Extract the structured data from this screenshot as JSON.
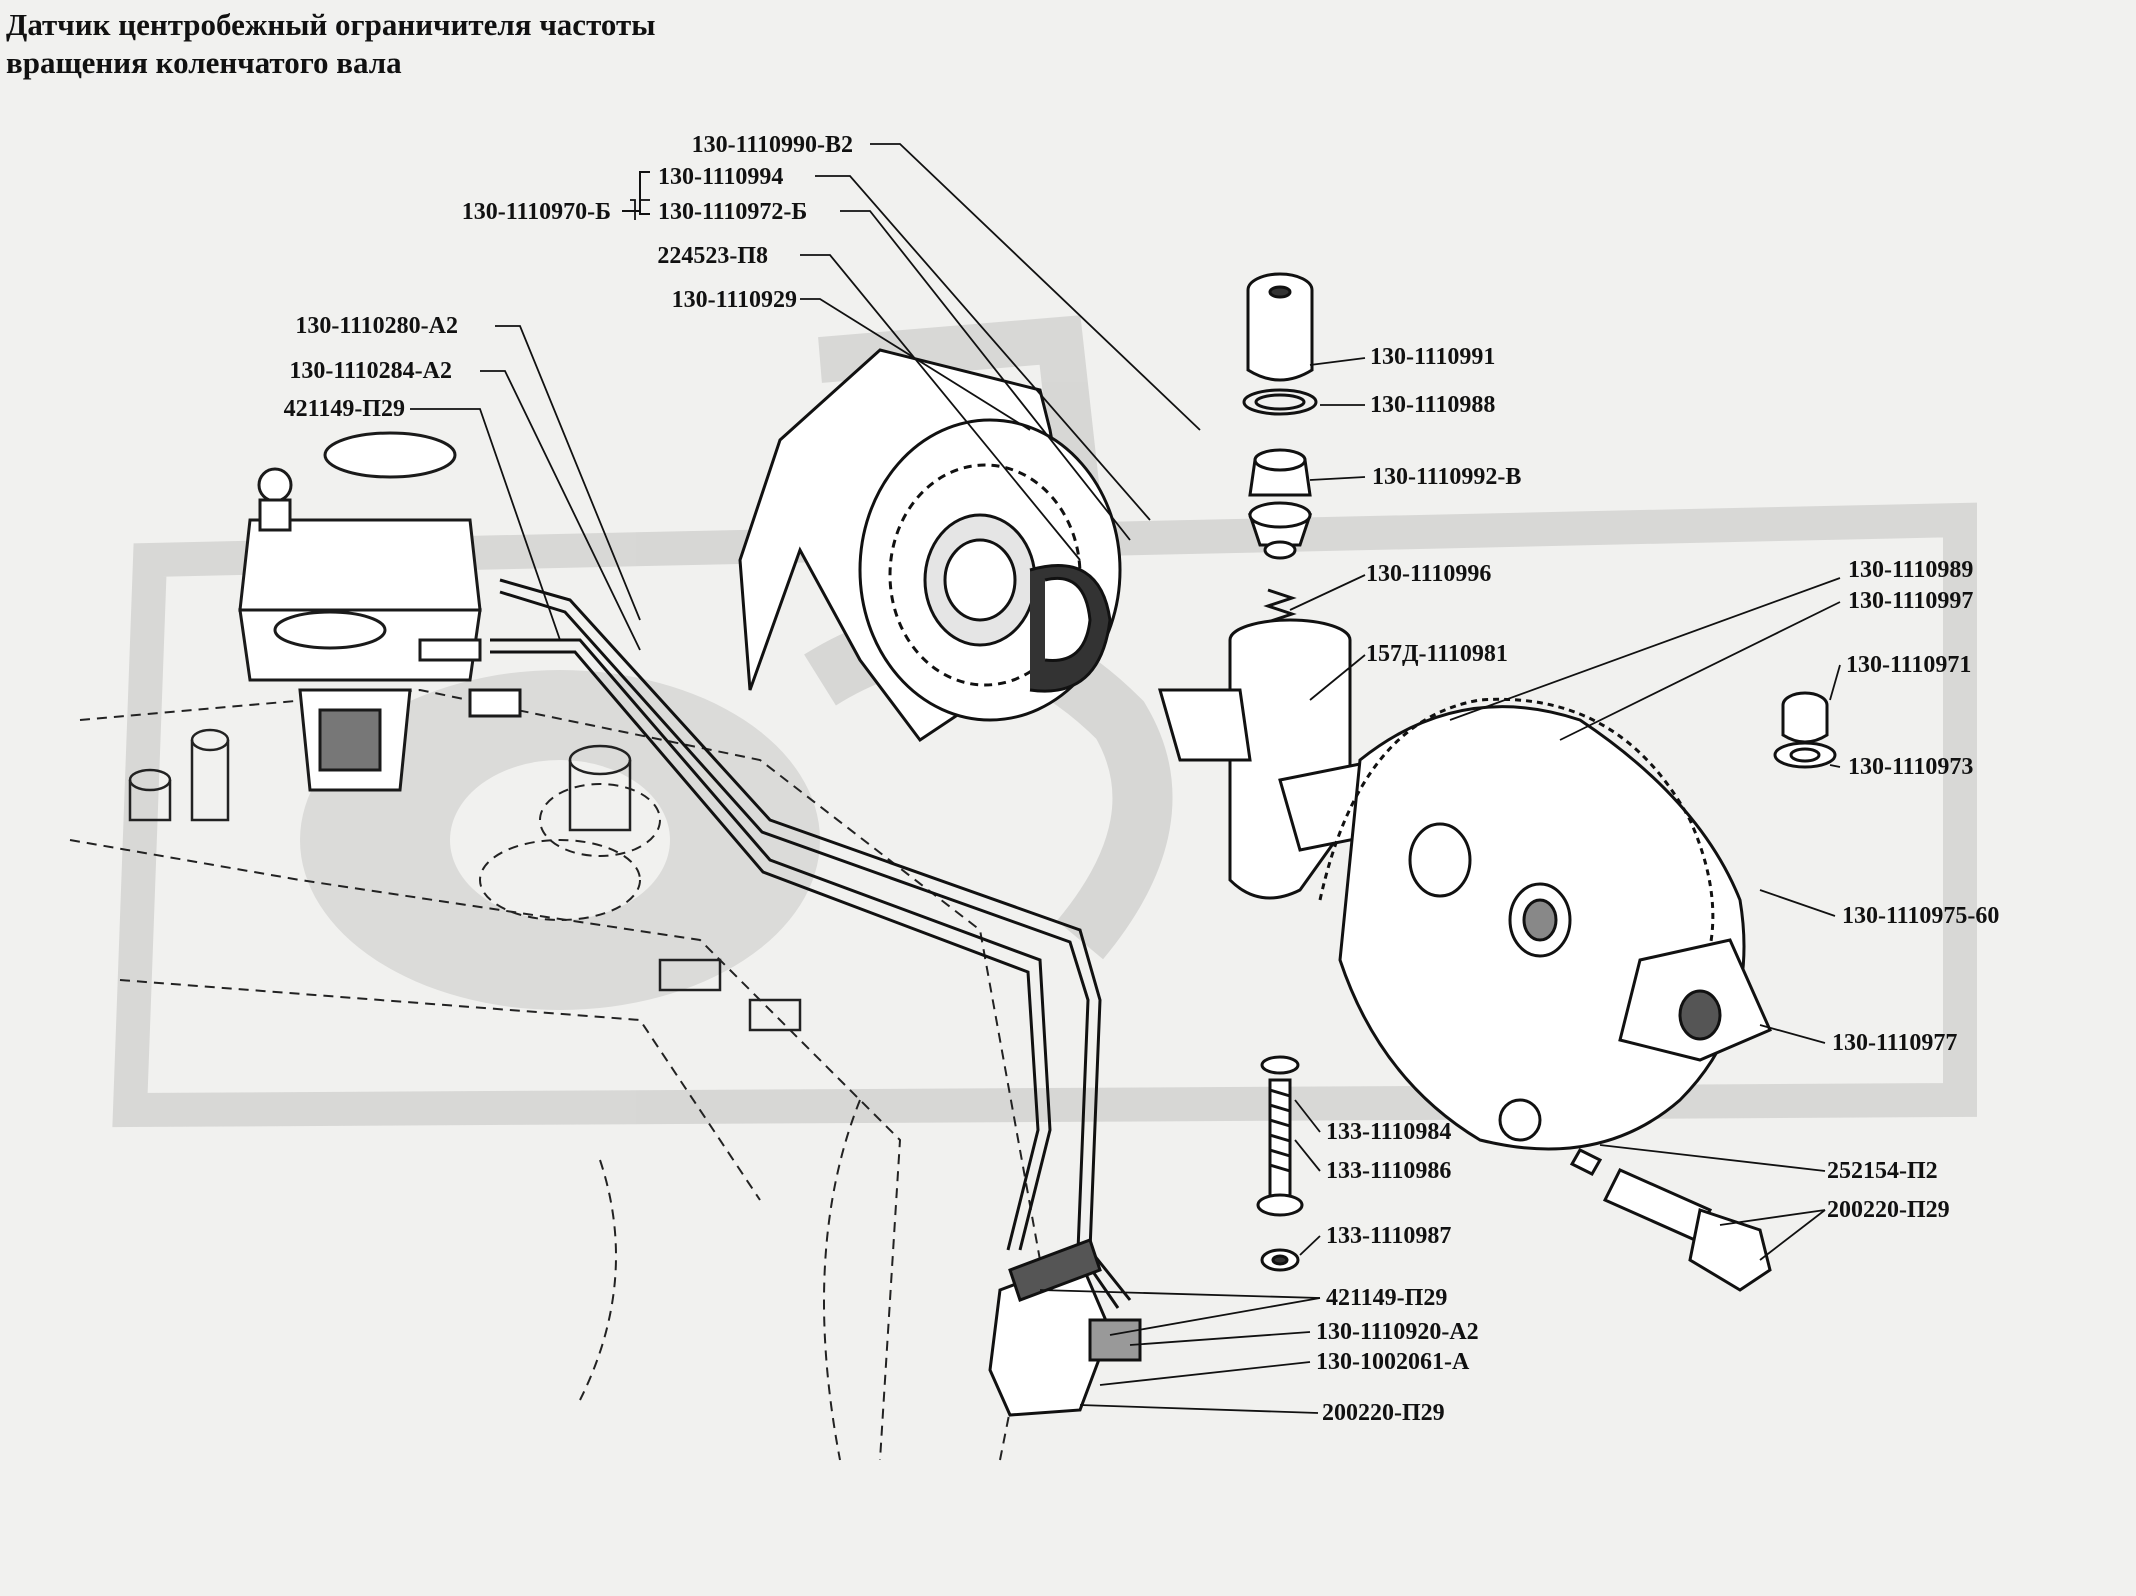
{
  "title": {
    "line1": "Датчик центробежный ограничителя частоты",
    "line2": "вращения коленчатого вала"
  },
  "callouts": [
    "130-1110990-В2",
    "130-1110994",
    "130-1110970-Б",
    "130-1110972-Б",
    "224523-П8",
    "130-1110929",
    "130-1110280-А2",
    "130-1110284-А2",
    "421149-П29",
    "130-1110991",
    "130-1110988",
    "130-1110992-В",
    "130-1110996",
    "157Д-1110981",
    "130-1110989",
    "130-1110997",
    "130-1110971",
    "130-1110973",
    "130-1110975-60",
    "130-1110977",
    "133-1110984",
    "133-1110986",
    "252154-П2",
    "200220-П29",
    "133-1110987",
    "421149-П29",
    "130-1110920-А2",
    "130-1002061-А",
    "200220-П29"
  ]
}
